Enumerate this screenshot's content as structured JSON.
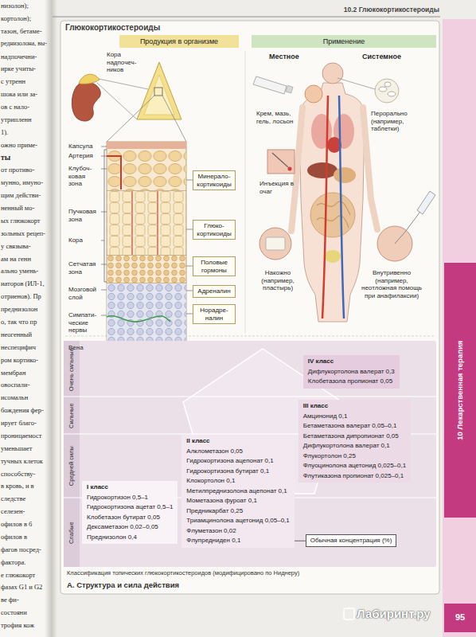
{
  "diagram": {
    "title": "Глюкокортикостероиды",
    "caption": "А. Структура и сила действия",
    "nodes": [
      {
        "text": [
          "Продукция в организме"
        ]
      },
      {
        "text": [
          "Применение"
        ]
      },
      {
        "text": [
          "Минерало-кортикоиды"
        ]
      },
      {
        "text": [
          "Глюко-кортикоиды"
        ]
      },
      {
        "text": [
          "Половые гормоны"
        ]
      },
      {
        "text": [
          "Адреналин"
        ]
      },
      {
        "text": [
          "Норадре-налин"
        ]
      },
      {
        "text": [
          "IV класс",
          "Дифлукортолона валерат 0,3",
          "Клобетазола пропионат 0,05"
        ]
      },
      {
        "text": [
          "III класс",
          "Амцинонид 0,1",
          "Бетаметазона валерат 0,05–0,1",
          "Бетаметазона дипропионат 0,05",
          "Дифлукортолона валерат 0,1",
          "Флукортолон 0,25",
          "Флуоцинолона ацетонид 0,025–0,1",
          "Флутиказона пропионат 0,025–0,1"
        ]
      },
      {
        "text": [
          "II класс",
          "Алклометазон 0,05",
          "Гидрокортизона ацепонат 0,1",
          "Гидрокортизона бутират 0,1",
          "Клокортолон 0,1",
          "Метилпреднизолона ацепонат 0,1",
          "Мометазона фуроат 0,1",
          "Предникарбат 0,25",
          "Триамцинолона ацетонид 0,05–0,1",
          "Флуметазон 0,02",
          "Флупредниден 0,1"
        ]
      },
      {
        "text": [
          "I класс",
          "Гидрокортизон 0,5–1",
          "Гидрокортизона ацетат 0,5–1",
          "Клобетазон бутират 0,05",
          "Дексаметазон 0,02–0,05",
          "Преднизолон 0,4"
        ]
      },
      {
        "text": [
          "Обычная концентрация (%)"
        ]
      }
    ],
    "edges": [
      {
        "from": 11,
        "to": 9,
        "arrow": "none"
      }
    ],
    "labels": [
      "10.2 Глюкокортикостероиды",
      "низолон);",
      "кортолон);",
      "тазон, бетаме-",
      "реднизолона, вы-",
      "надпочечни-",
      "ирке учиты-",
      "с утренн",
      "шока или за-",
      "ов с нало-",
      "утрипленн",
      "1).",
      "ожно приме-",
      "ты",
      "от противо-",
      "мунно, имуно-",
      "щим действи-",
      "ненный мо-",
      "ых глюкокорт",
      "зольных рецеп-",
      "у связыва-",
      "ам на генн",
      "ально умень-",
      "иаторов (ИЛ-1,",
      "отриенов). Пр",
      "преднизолон",
      "о, так что пр",
      "неогенный",
      "неспецифич",
      "ром кортико-",
      "мембран",
      "овоспали-",
      "исомальн",
      "бождения фер-",
      "ирует благо-",
      "проницаемост",
      "уменьшает",
      "тучных клеток",
      "способству-",
      "в кровь, и в",
      "следстве",
      "селезен-",
      "офилов в б",
      "офилов в",
      "фагов посред-",
      "фактора.",
      "е глюкокорт",
      "фазах G1 и G2",
      "ве фи-",
      "состояни",
      "трофия кож",
      "Кора надпочеч-ников",
      "Капсула",
      "Артерия",
      "Клубоч-ковая зона",
      "Пучковая зона",
      "Кора",
      "Сетчатая зона",
      "Мозговой слой",
      "Симпати-ческие нервы",
      "Вена",
      "Местное",
      "Системное",
      "Крем, мазь, гель, лосьон",
      "Перорально (например, таблетки)",
      "Инъекция в очаг",
      "Накожно (например, пластырь)",
      "Внутривенно (например, неотложная помощь при анафилаксии)",
      "Очень сильные",
      "Сильные",
      "Средней силы",
      "Слабые",
      "Классификация топических глюкокортикостероидов (модифицировано по Ниднеру)",
      "10 Лекарственная терапия",
      "95",
      "Лабиринт.ру"
    ]
  }
}
